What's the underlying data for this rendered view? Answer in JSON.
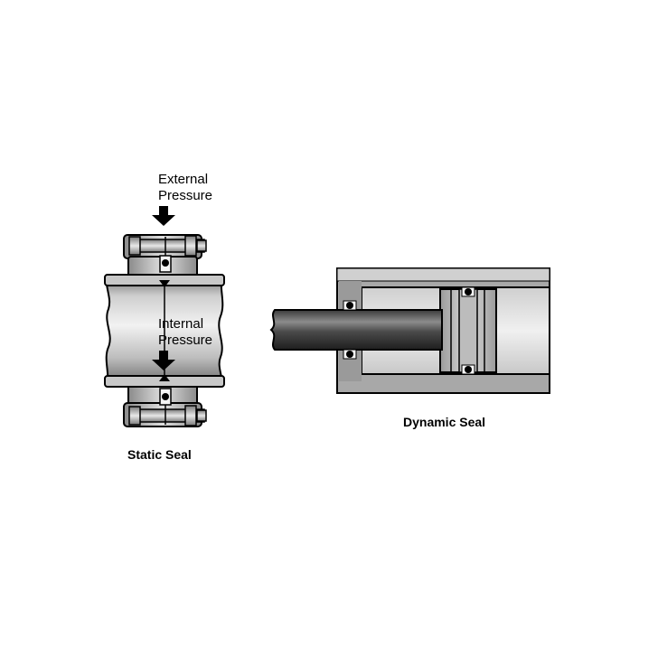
{
  "static_seal": {
    "title": "Static Seal",
    "external_label": [
      "External",
      "Pressure"
    ],
    "internal_label": [
      "Internal",
      "Pressure"
    ]
  },
  "dynamic_seal": {
    "title": "Dynamic Seal"
  },
  "colors": {
    "outline": "#000000",
    "metal_light": "#e6e6e6",
    "metal_mid": "#b3b3b3",
    "metal_dark": "#707070",
    "arrow": "#000000"
  }
}
